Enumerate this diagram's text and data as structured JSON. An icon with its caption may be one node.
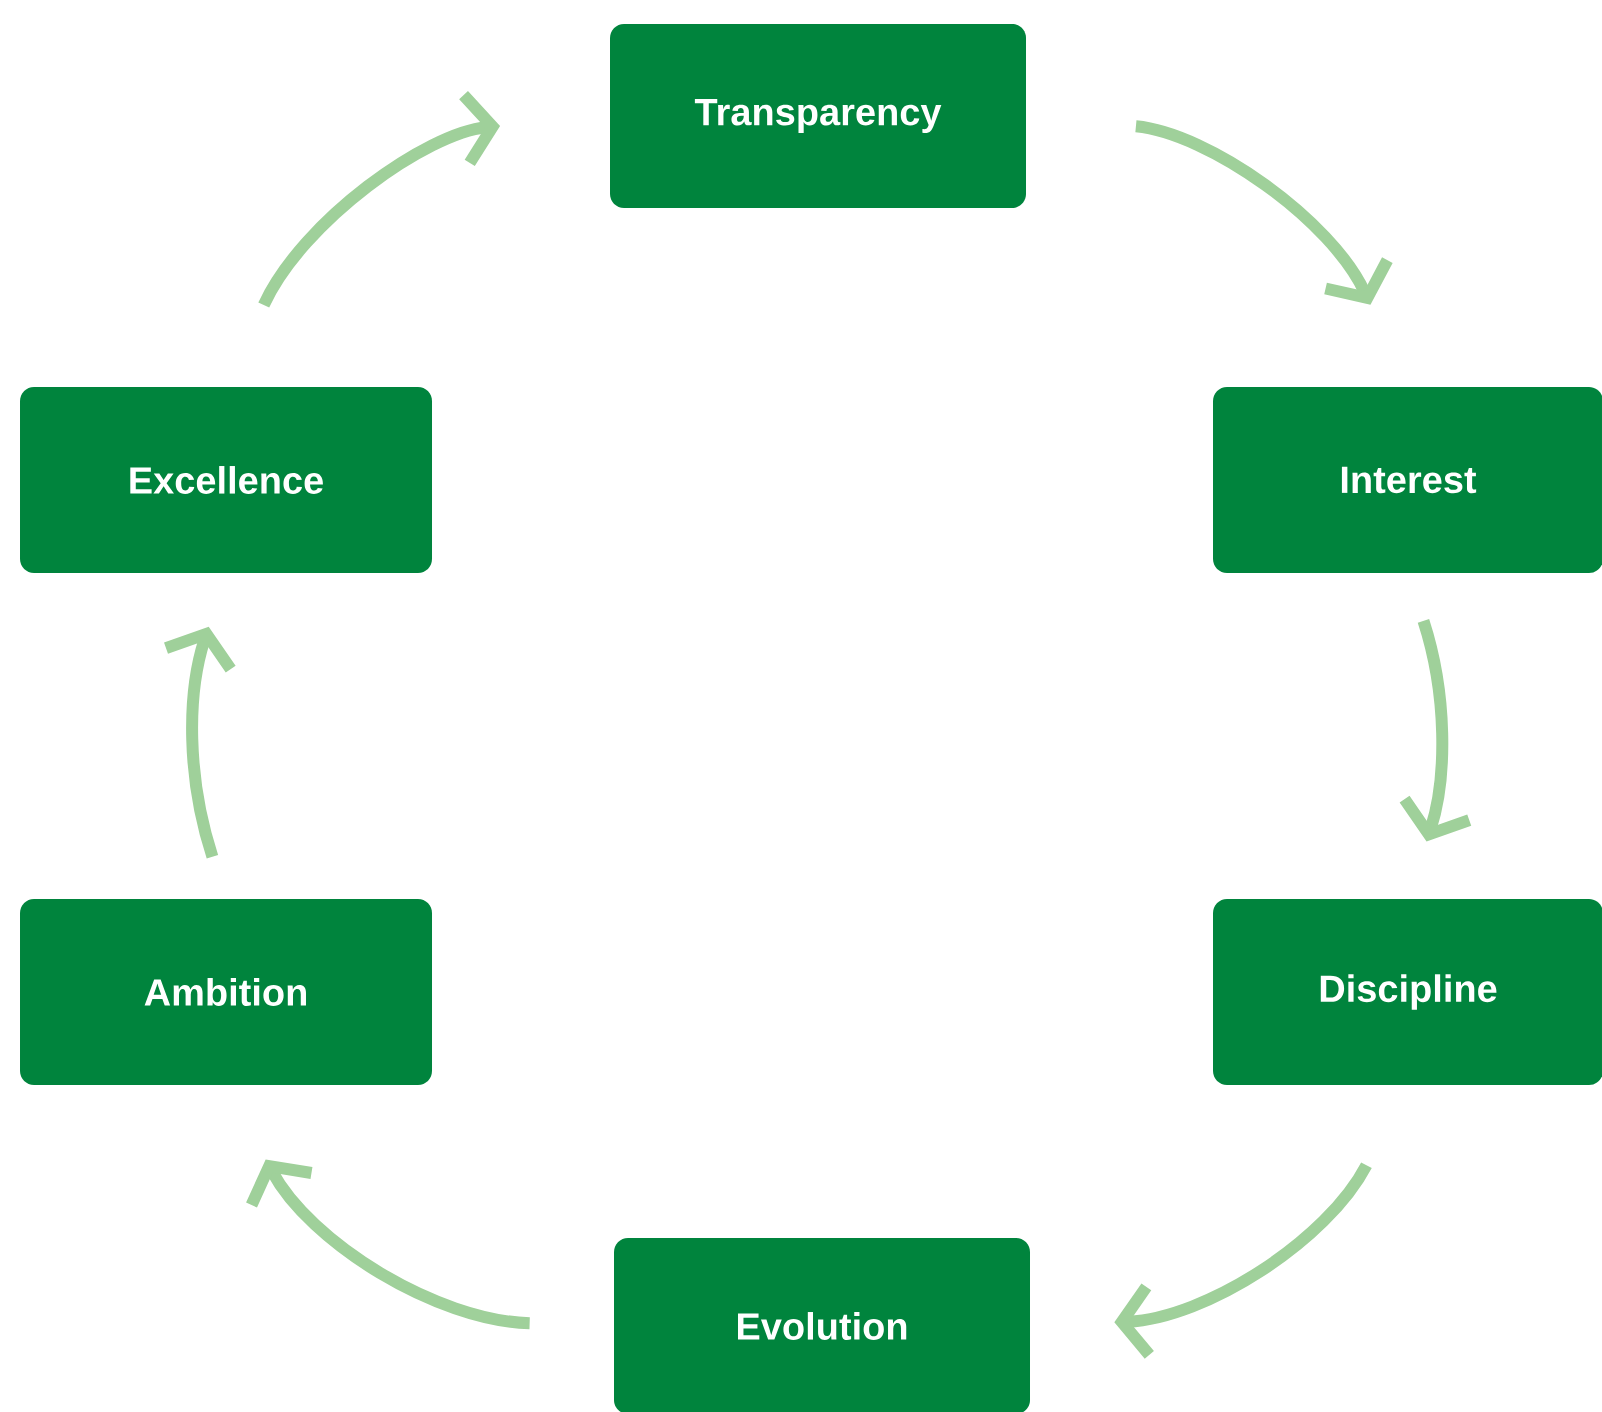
{
  "diagram": {
    "nodes": [
      {
        "text": [
          "Transparency"
        ]
      },
      {
        "text": [
          "Interest"
        ]
      },
      {
        "text": [
          "Discipline"
        ]
      },
      {
        "text": [
          "Evolution"
        ]
      },
      {
        "text": [
          "Ambition"
        ]
      },
      {
        "text": [
          "Excellence"
        ]
      }
    ],
    "edges": [
      {
        "from": 0,
        "to": 1,
        "arrow": "to"
      },
      {
        "from": 1,
        "to": 2,
        "arrow": "to"
      },
      {
        "from": 2,
        "to": 3,
        "arrow": "to"
      },
      {
        "from": 3,
        "to": 4,
        "arrow": "to"
      },
      {
        "from": 4,
        "to": 5,
        "arrow": "to"
      },
      {
        "from": 5,
        "to": 0,
        "arrow": "to"
      }
    ]
  }
}
